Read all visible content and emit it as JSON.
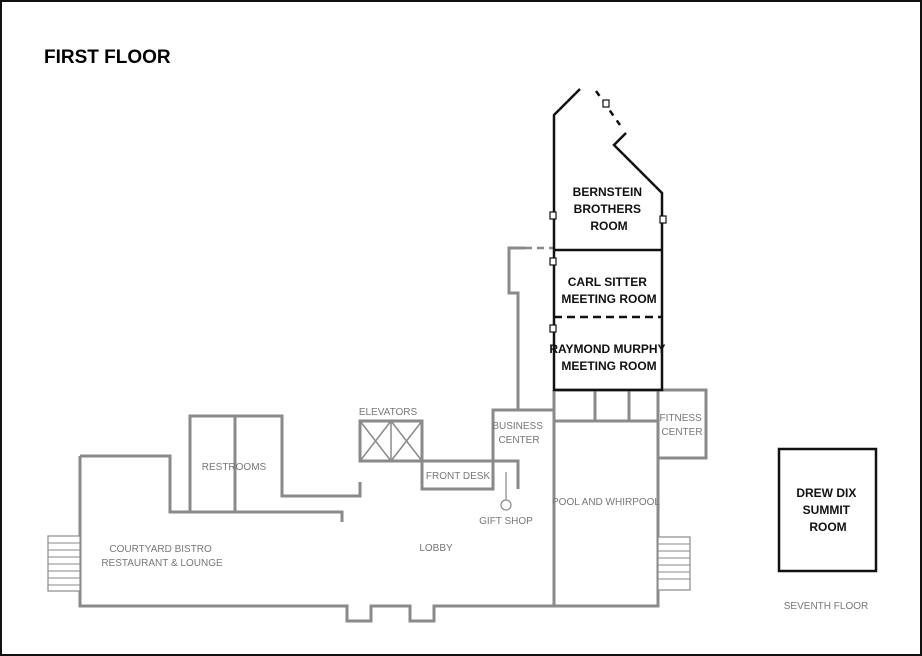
{
  "floor_title": "FIRST FLOOR",
  "rooms": {
    "bernstein": [
      "BERNSTEIN",
      "BROTHERS",
      "ROOM"
    ],
    "carl_sitter": [
      "CARL SITTER",
      "MEETING ROOM"
    ],
    "raymond_murphy": [
      "RAYMOND MURPHY",
      "MEETING ROOM"
    ],
    "drew_dix": [
      "DREW DIX",
      "SUMMIT",
      "ROOM"
    ]
  },
  "areas": {
    "elevators": "ELEVATORS",
    "restrooms": "RESTROOMS",
    "business_center": [
      "BUSINESS",
      "CENTER"
    ],
    "front_desk": "FRONT DESK",
    "gift_shop": "GIFT SHOP",
    "fitness_center": [
      "FITNESS",
      "CENTER"
    ],
    "pool": "POOL AND WHIRPOOL",
    "lobby": "LOBBY",
    "courtyard": [
      "COURTYARD BISTRO",
      "RESTAURANT & LOUNGE"
    ]
  },
  "other_floor_label": "SEVENTH FLOOR",
  "colors": {
    "dark_walls": "#111111",
    "gray_walls": "#8a8a8a",
    "gray_text": "#777777"
  }
}
